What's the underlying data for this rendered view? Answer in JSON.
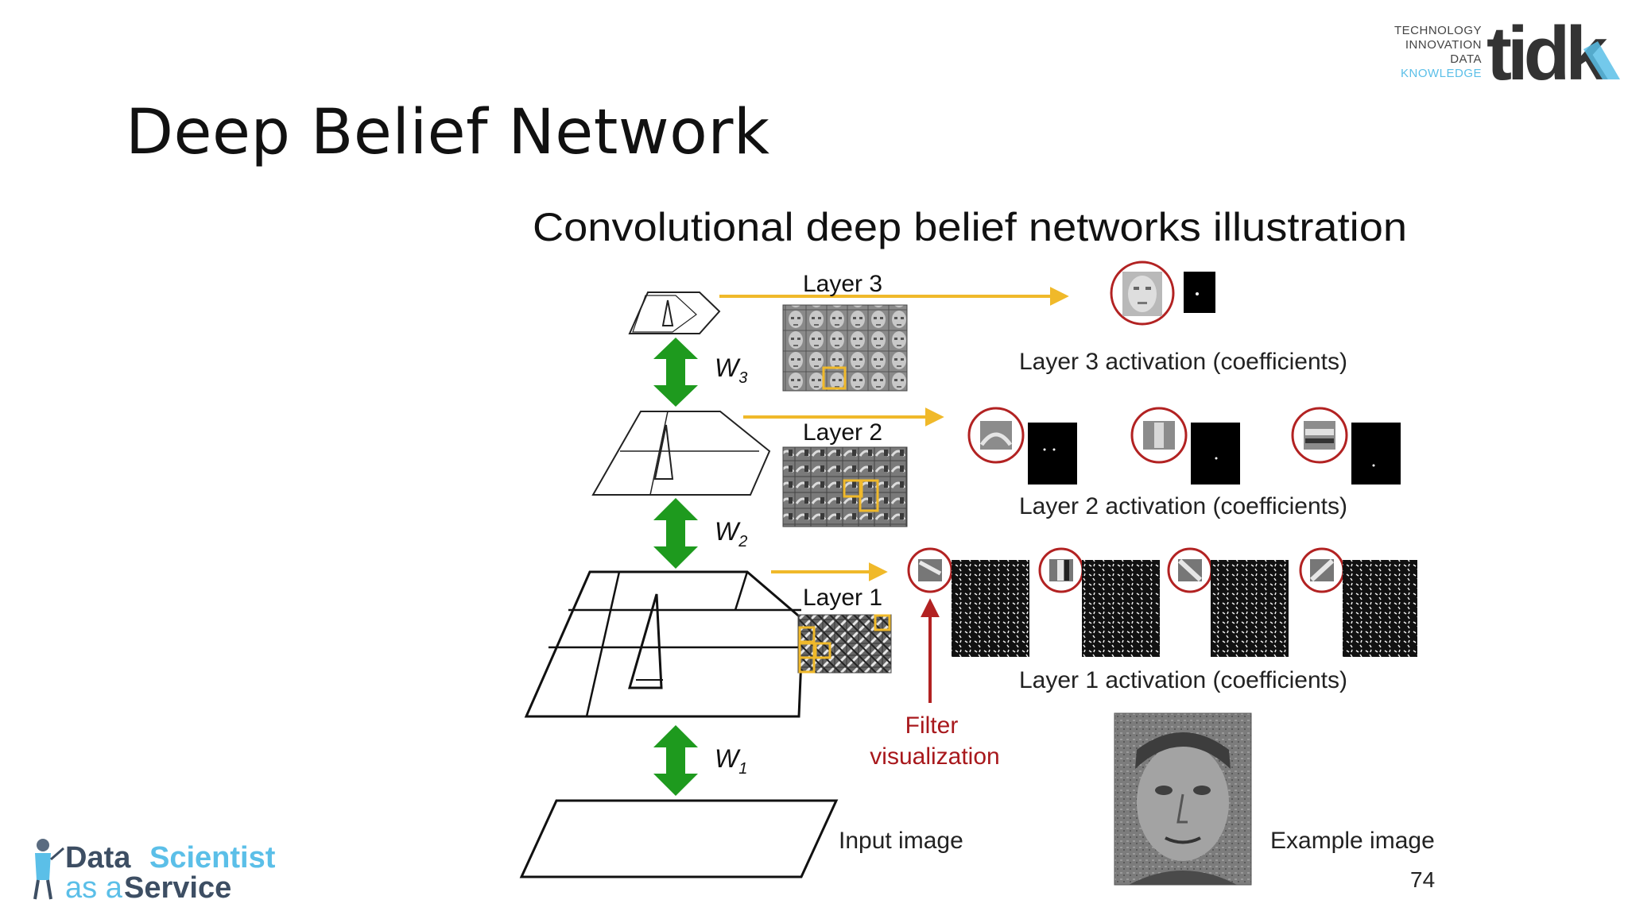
{
  "slide": {
    "title": "Deep Belief Network",
    "page_number": "74"
  },
  "brand_logo": {
    "wordmark": "tidk",
    "tagline": [
      "TECHNOLOGY",
      "INNOVATION",
      "DATA",
      "KNOWLEDGE"
    ],
    "dark_color": "#333333",
    "accent_color": "#5bbfe8"
  },
  "footer_logo": {
    "line1_a": "Data",
    "line1_b": "Scientist",
    "line2_a": "as a",
    "line2_b": "Service",
    "dark_color": "#3d4e63",
    "accent_color": "#5bbfe8"
  },
  "diagram": {
    "heading": "Convolutional deep belief networks illustration",
    "layers": [
      {
        "label": "Layer 3",
        "weight_label": "W",
        "weight_sub": "3",
        "activation_label": "Layer 3 activation (coefficients)"
      },
      {
        "label": "Layer 2",
        "weight_label": "W",
        "weight_sub": "2",
        "activation_label": "Layer 2 activation (coefficients)"
      },
      {
        "label": "Layer 1",
        "weight_label": "W",
        "weight_sub": "1",
        "activation_label": "Layer 1 activation (coefficients)"
      }
    ],
    "input_label": "Input image",
    "example_label": "Example image",
    "filter_label_line1": "Filter",
    "filter_label_line2": "visualization",
    "colors": {
      "arrow_yellow": "#f0b92a",
      "arrow_green": "#1e9a1e",
      "circle_red": "#b22222",
      "filter_text": "#a8181c"
    }
  }
}
